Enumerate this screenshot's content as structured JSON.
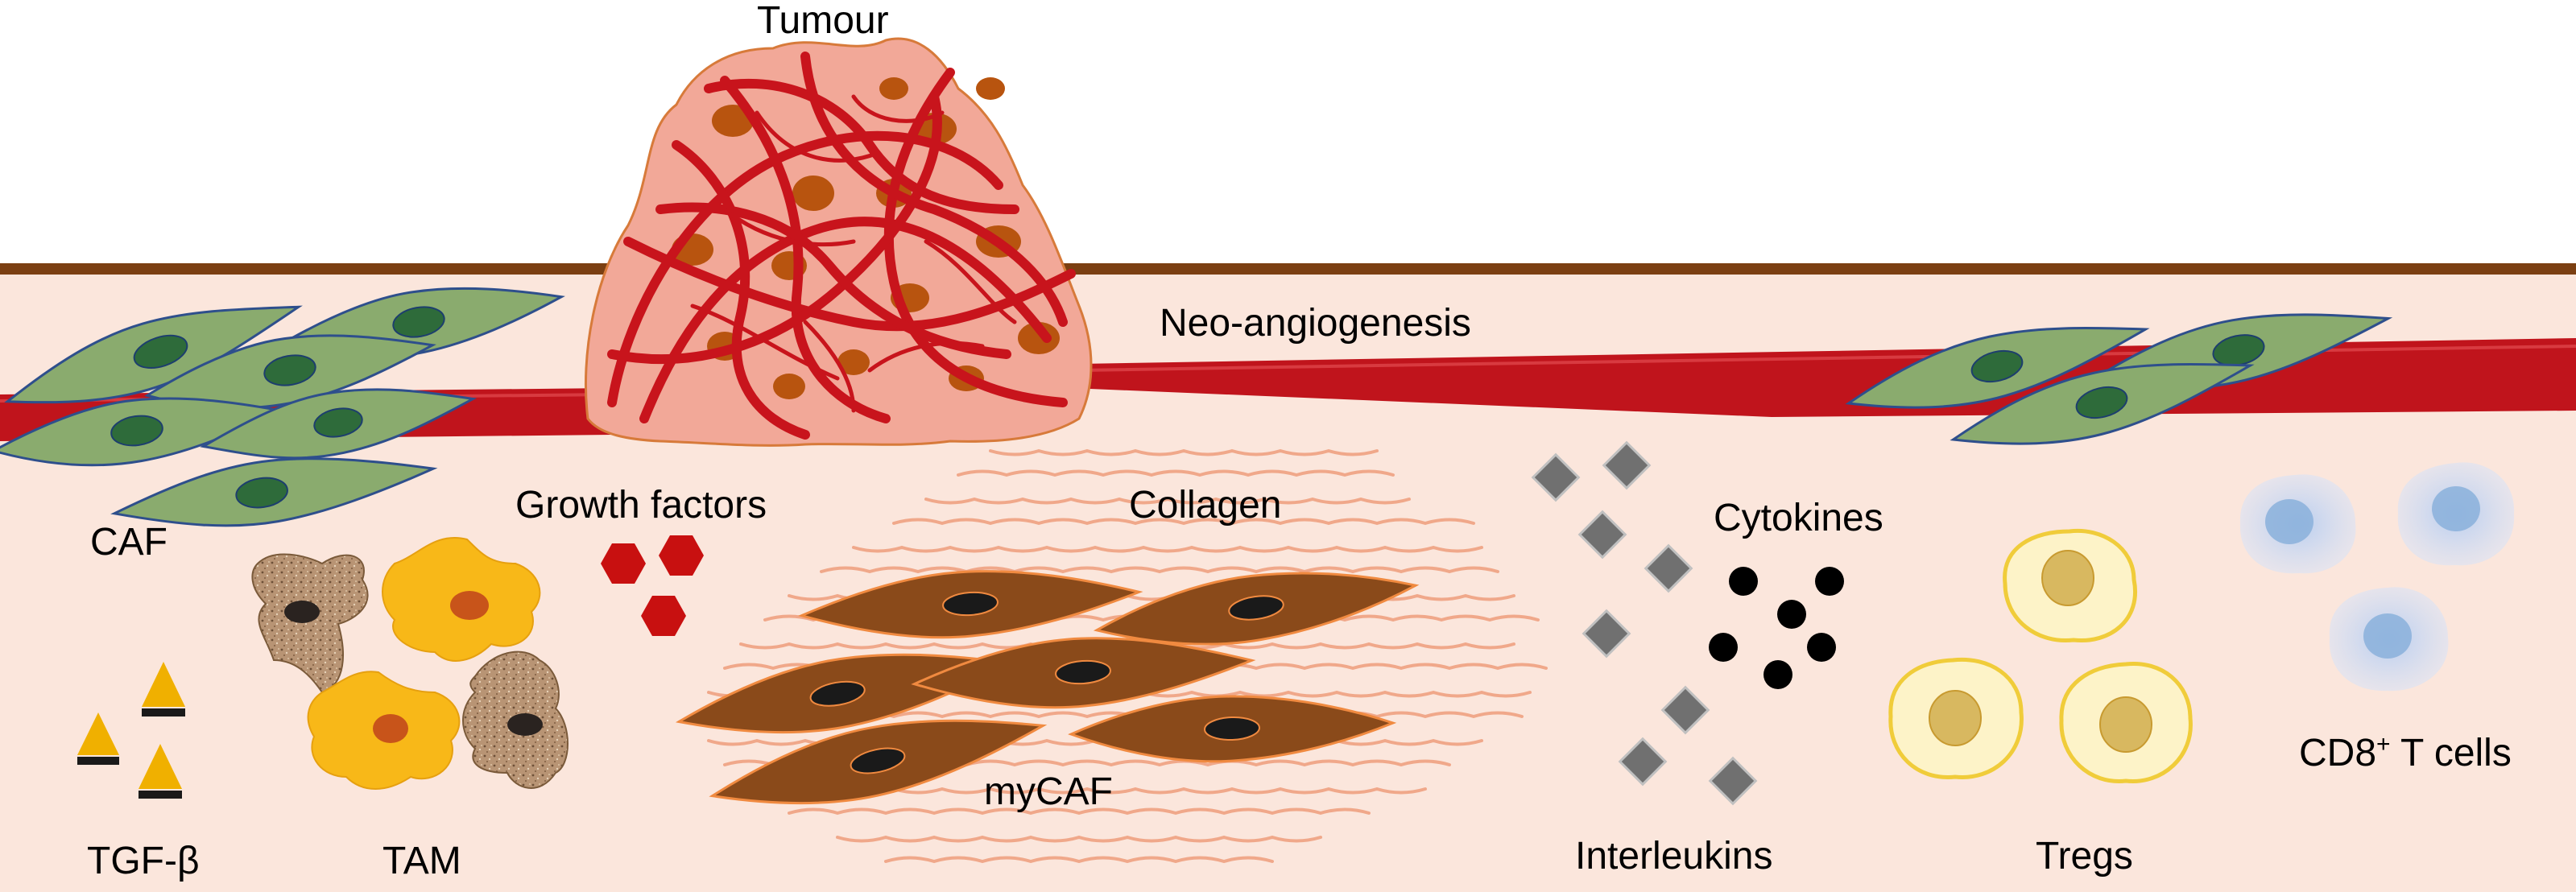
{
  "labels": {
    "tumour": "Tumour",
    "neo_angiogenesis": "Neo-angiogenesis",
    "caf": "CAF",
    "growth_factors": "Growth factors",
    "collagen": "Collagen",
    "cytokines": "Cytokines",
    "tgf_beta": "TGF-β",
    "tam": "TAM",
    "mycaf": "myCAF",
    "interleukins": "Interleukins",
    "tregs": "Tregs",
    "cd8_prefix": "CD8",
    "cd8_sup": "+",
    "cd8_suffix": " T cells"
  },
  "colors": {
    "stroma": "#fbe6dc",
    "membrane": "#7b3f12",
    "vessel": "#c0141c",
    "tumour_fill": "#f2a898",
    "tumour_nucleus": "#b8540f",
    "caf_body": "#8aab6e",
    "caf_outline": "#2e4f8c",
    "caf_nucleus": "#2e6b3a",
    "mycaf_body": "#8a4a1a",
    "collagen": "#f0a88a",
    "tam_yellow": "#f8b818",
    "tam_speckled": "#b49070",
    "growth_factor": "#c81010",
    "tgf_beta": "#f0b000",
    "interleukin": "#707070",
    "cytokine": "#000000",
    "treg_fill": "#fdf3c8",
    "treg_outline": "#f0cc3a",
    "treg_nucleus": "#d8b860",
    "cd8_fill": "#c8d6f2",
    "cd8_nucleus": "#8ab0da"
  }
}
